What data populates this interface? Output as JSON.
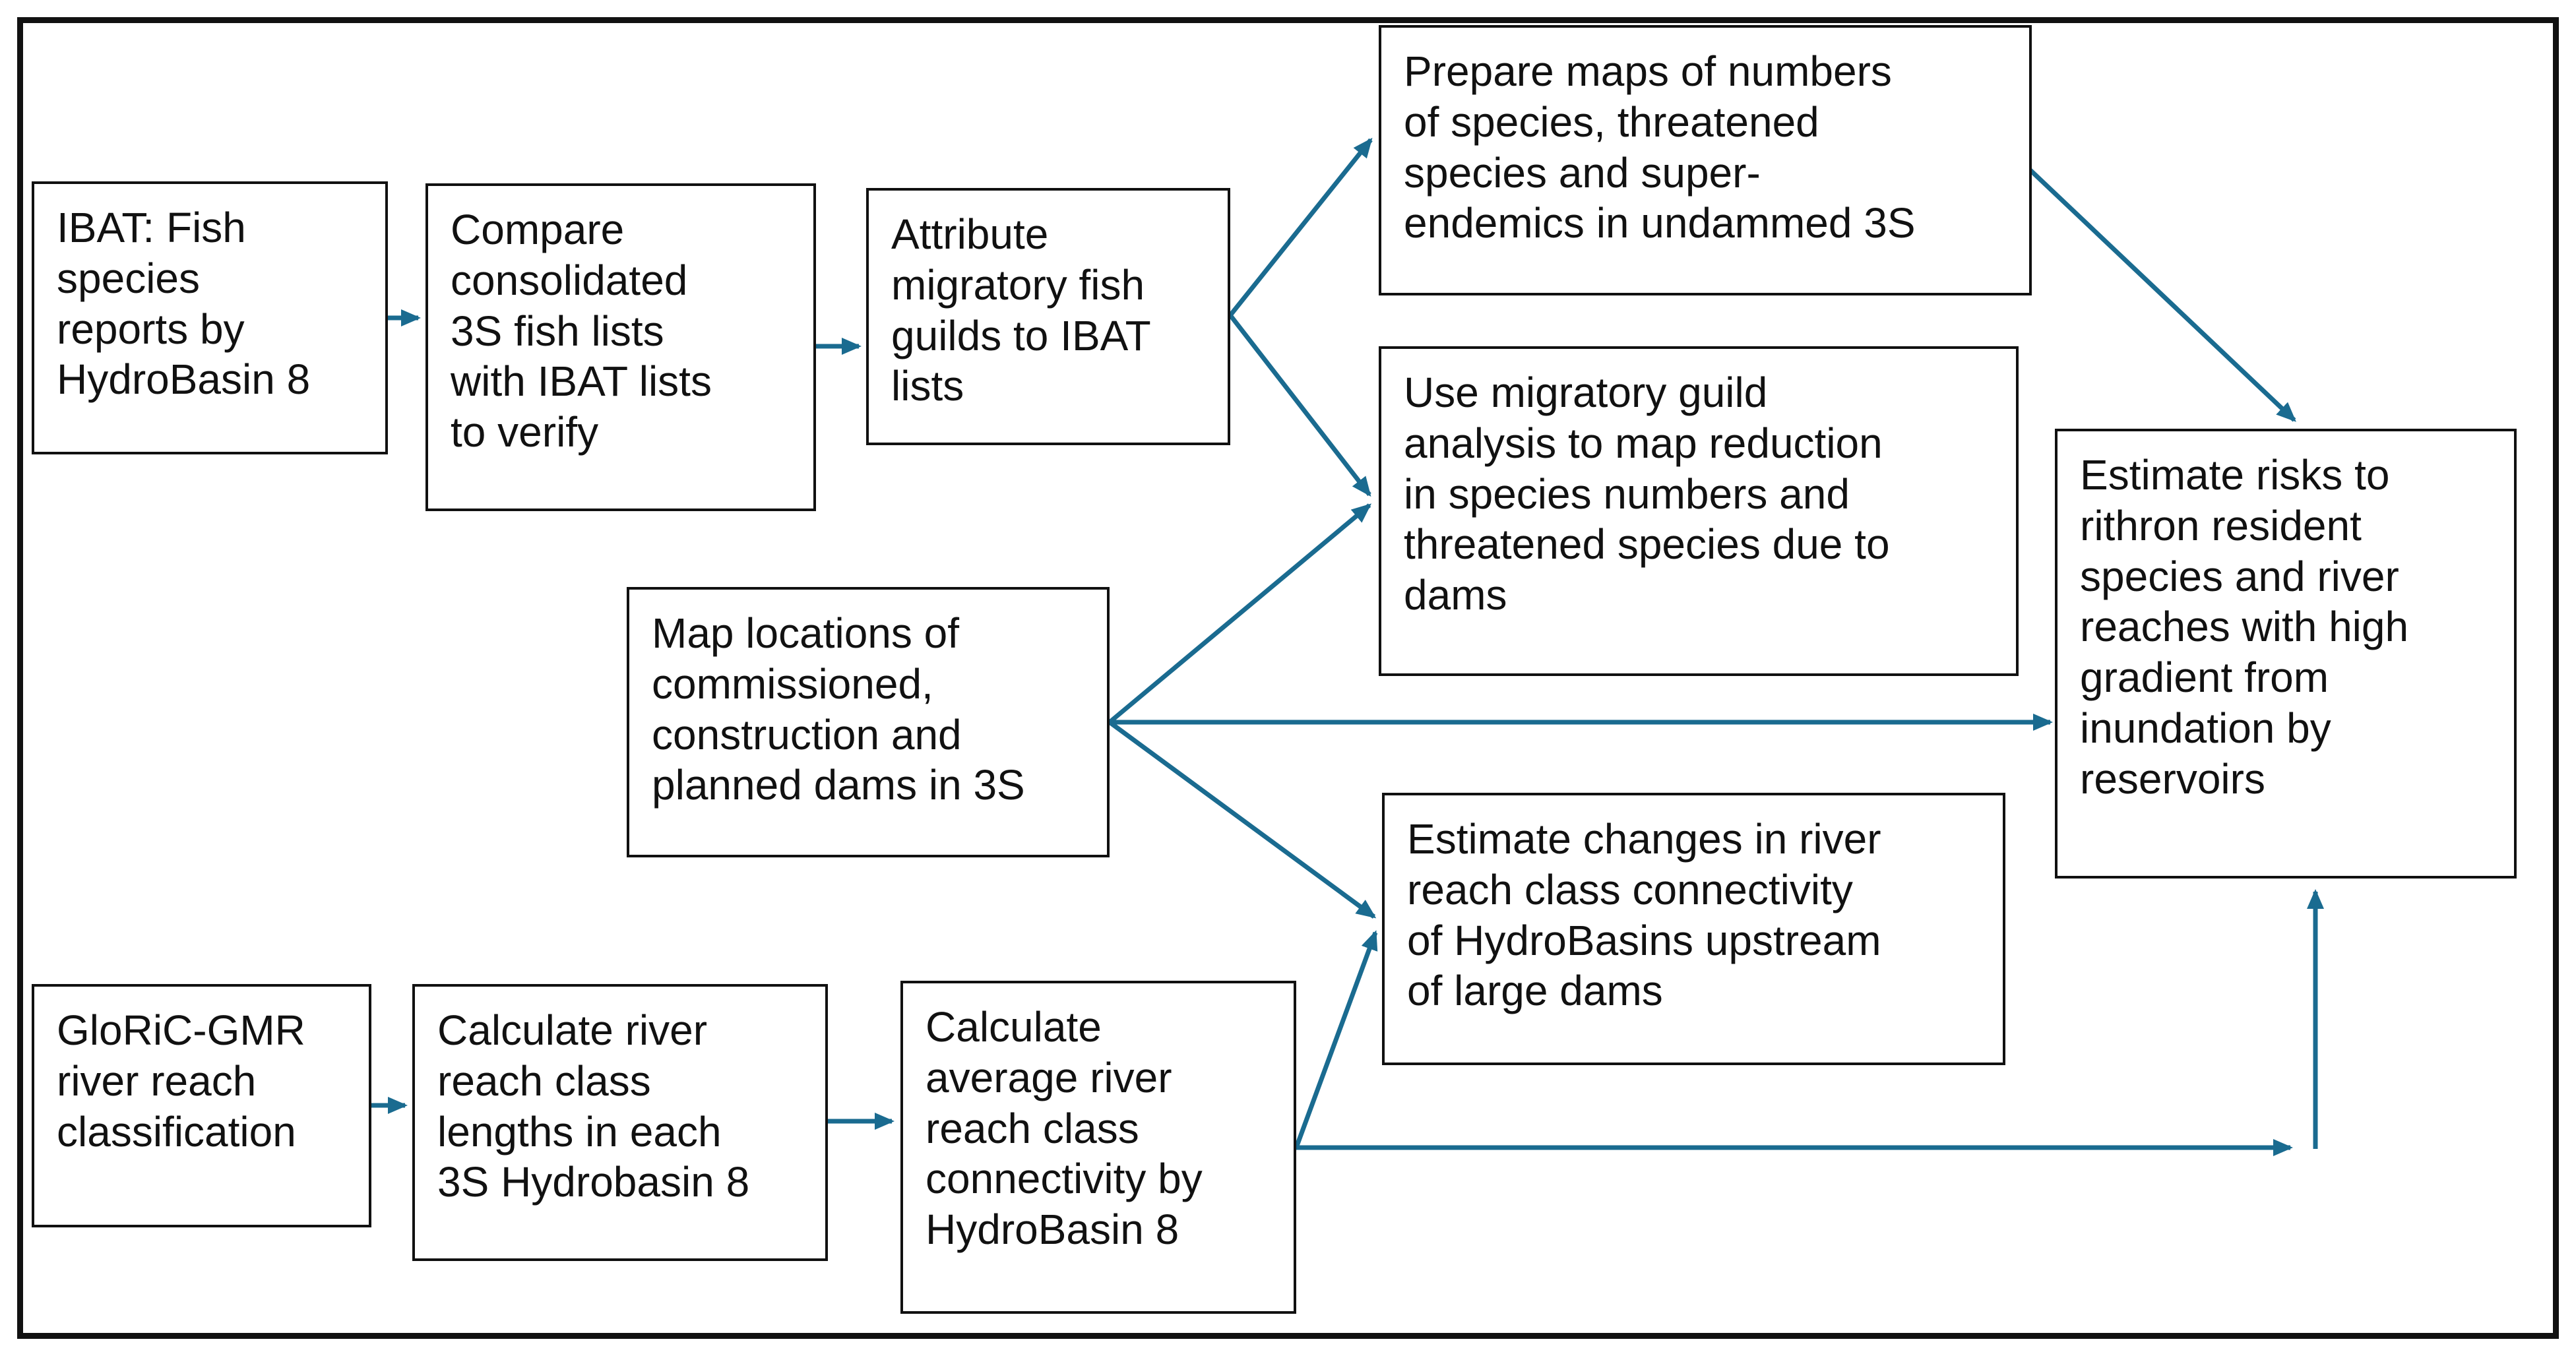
{
  "diagram": {
    "type": "flowchart",
    "colors": {
      "background": "#ffffff",
      "frame_border": "#111111",
      "node_border": "#111111",
      "node_fill": "#ffffff",
      "text": "#111111",
      "arrow": "#1A6B90"
    },
    "nodes": [
      {
        "id": "ibat-fish-species-reports",
        "label": "IBAT: Fish\nspecies\nreports by\nHydroBasin 8"
      },
      {
        "id": "compare-consolidated-lists",
        "label": "Compare\nconsolidated\n3S fish lists\nwith IBAT lists\nto verify"
      },
      {
        "id": "attribute-migratory-guilds",
        "label": "Attribute\nmigratory fish\nguilds to IBAT\nlists"
      },
      {
        "id": "prepare-species-maps",
        "label": "Prepare maps of numbers\nof species, threatened\nspecies and super-\nendemics in undammed 3S"
      },
      {
        "id": "migratory-guild-reduction-analysis",
        "label": "Use migratory guild\nanalysis to map reduction\nin species numbers and\nthreatened species due to\ndams"
      },
      {
        "id": "map-dam-locations",
        "label": "Map locations of\ncommissioned,\nconstruction and\nplanned dams in 3S"
      },
      {
        "id": "estimate-rithron-risks",
        "label": "Estimate risks to\nrithron resident\nspecies and river\nreaches with high\ngradient from\ninundation by\nreservoirs"
      },
      {
        "id": "estimate-connectivity-changes",
        "label": "Estimate changes in river\nreach class connectivity\nof HydroBasins upstream\nof large dams"
      },
      {
        "id": "gloric-gmr-classification",
        "label": "GloRiC-GMR\nriver reach\nclassification"
      },
      {
        "id": "calculate-reach-class-lengths",
        "label": "Calculate river\nreach class\nlengths in each\n3S Hydrobasin 8"
      },
      {
        "id": "calculate-average-connectivity",
        "label": "Calculate\naverage river\nreach class\nconnectivity by\nHydroBasin 8"
      }
    ],
    "edges": [
      {
        "from": "ibat-fish-species-reports",
        "to": "compare-consolidated-lists"
      },
      {
        "from": "compare-consolidated-lists",
        "to": "attribute-migratory-guilds"
      },
      {
        "from": "attribute-migratory-guilds",
        "to": "prepare-species-maps"
      },
      {
        "from": "attribute-migratory-guilds",
        "to": "migratory-guild-reduction-analysis"
      },
      {
        "from": "prepare-species-maps",
        "to": "estimate-rithron-risks"
      },
      {
        "from": "map-dam-locations",
        "to": "migratory-guild-reduction-analysis"
      },
      {
        "from": "map-dam-locations",
        "to": "estimate-rithron-risks"
      },
      {
        "from": "map-dam-locations",
        "to": "estimate-connectivity-changes"
      },
      {
        "from": "gloric-gmr-classification",
        "to": "calculate-reach-class-lengths"
      },
      {
        "from": "calculate-reach-class-lengths",
        "to": "calculate-average-connectivity"
      },
      {
        "from": "calculate-average-connectivity",
        "to": "estimate-connectivity-changes"
      },
      {
        "from": "calculate-average-connectivity",
        "to": "estimate-rithron-risks"
      }
    ]
  }
}
